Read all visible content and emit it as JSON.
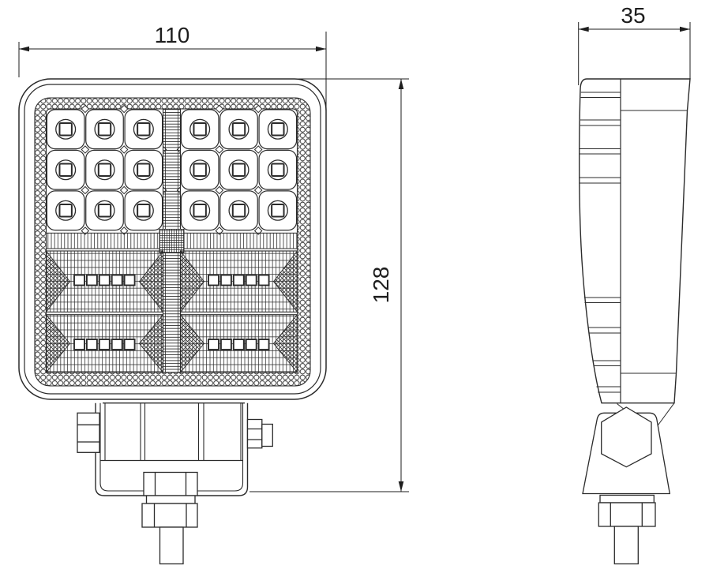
{
  "drawing": {
    "type_label": "LED work light two-view technical drawing",
    "views": {
      "front_label": "front-view",
      "side_label": "side-view"
    },
    "dimensions": {
      "width": "110",
      "height": "128",
      "depth": "35"
    },
    "led_matrix": {
      "groups": 2,
      "rows": 3,
      "cols": 3,
      "total": 18
    },
    "reflector": {
      "rows_per_half": 2,
      "squares_per_row": 5,
      "total_squares": 20
    },
    "colors": {
      "line": "#2b2b2b",
      "background": "#ffffff"
    }
  }
}
